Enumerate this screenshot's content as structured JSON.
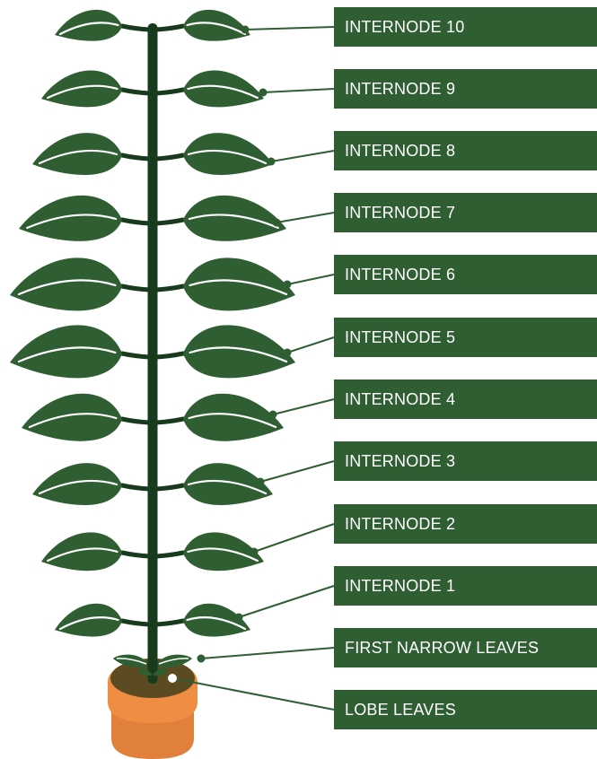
{
  "diagram": {
    "labels": [
      {
        "id": "internode-10",
        "text": "INTERNODE 10"
      },
      {
        "id": "internode-9",
        "text": "INTERNODE 9"
      },
      {
        "id": "internode-8",
        "text": "INTERNODE 8"
      },
      {
        "id": "internode-7",
        "text": "INTERNODE 7"
      },
      {
        "id": "internode-6",
        "text": "INTERNODE 6"
      },
      {
        "id": "internode-5",
        "text": "INTERNODE 5"
      },
      {
        "id": "internode-4",
        "text": "INTERNODE 4"
      },
      {
        "id": "internode-3",
        "text": "INTERNODE 3"
      },
      {
        "id": "internode-2",
        "text": "INTERNODE 2"
      },
      {
        "id": "internode-1",
        "text": "INTERNODE 1"
      },
      {
        "id": "first-narrow-leaves",
        "text": "FIRST NARROW LEAVES"
      },
      {
        "id": "lobe-leaves",
        "text": "LOBE LEAVES"
      }
    ],
    "colors": {
      "label_background": "#2f5e32",
      "label_text": "#ffffff",
      "leaf": "#2f5e32",
      "stem": "#173b1c",
      "leader_line": "#2f5e32",
      "pot": "#e0803b",
      "pot_rim": "#ef8d42",
      "soil": "#5c4a22"
    }
  }
}
